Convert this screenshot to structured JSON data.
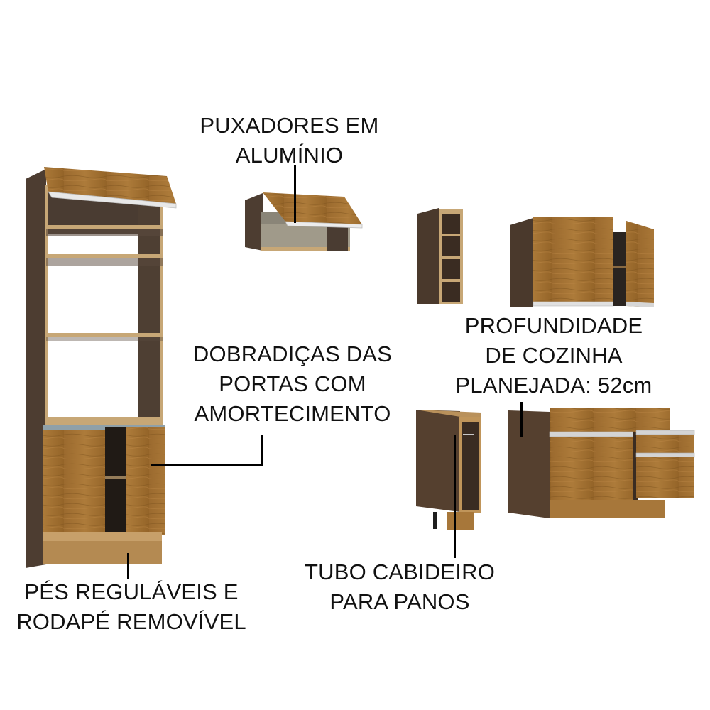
{
  "product": {
    "description": "Kitchen cabinet set with feature callouts",
    "colors": {
      "wood": "#9a6a30",
      "wood_light": "#b07f3f",
      "carcass_dark": "#4a3a2e",
      "edge": "#c9a873",
      "handle": "#d8d8d8",
      "background": "#ffffff",
      "text": "#111111"
    }
  },
  "callouts": {
    "handles": {
      "lines": [
        "PUXADORES EM",
        "ALUMÍNIO"
      ]
    },
    "hinges": {
      "lines": [
        "DOBRADIÇAS DAS",
        "PORTAS COM",
        "AMORTECIMENTO"
      ]
    },
    "depth": {
      "lines": [
        "PROFUNDIDADE",
        "DE COZINHA",
        "PLANEJADA: 52cm"
      ]
    },
    "feet": {
      "lines": [
        "PÉS REGULÁVEIS E",
        "RODAPÉ REMOVÍVEL"
      ]
    },
    "towel_rail": {
      "lines": [
        "TUBO CABIDEIRO",
        "PARA PANOS"
      ]
    }
  },
  "modules": [
    {
      "id": "tall-oven-tower",
      "type": "tall cabinet"
    },
    {
      "id": "wall-flip-up-cabinet",
      "type": "wall cabinet"
    },
    {
      "id": "narrow-open-shelf",
      "type": "wall shelf"
    },
    {
      "id": "wall-two-door-cabinet",
      "type": "wall cabinet"
    },
    {
      "id": "base-towel-cabinet",
      "type": "base cabinet"
    },
    {
      "id": "base-sink-cabinet-drawers",
      "type": "base cabinet"
    }
  ]
}
